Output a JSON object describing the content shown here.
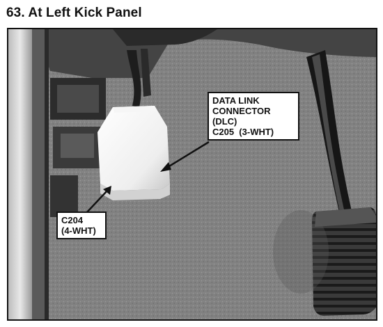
{
  "page": {
    "title": "63. At Left Kick Panel"
  },
  "callouts": {
    "dlc": {
      "lines": [
        "DATA LINK",
        "CONNECTOR",
        "(DLC)",
        "C205  (3-WHT)"
      ]
    },
    "c204": {
      "lines": [
        "C204",
        "(4-WHT)"
      ]
    }
  }
}
